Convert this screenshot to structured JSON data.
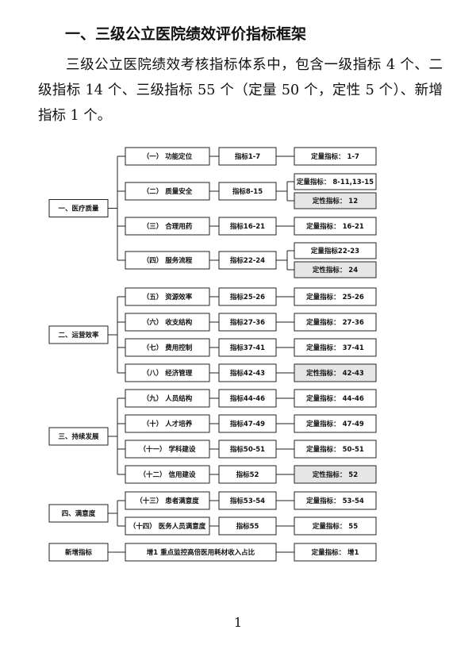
{
  "heading": "一、三级公立医院绩效评价指标框架",
  "paragraph": "三级公立医院绩效考核指标体系中，包含一级指标 4 个、二级指标 14 个、三级指标 55 个（定量 50 个，定性 5 个）、新增指标 1 个。",
  "diagram": {
    "sections": [
      {
        "label": "一、医疗质量",
        "children": [
          {
            "name": "（一）  功能定位",
            "range": "指标1-7",
            "types": [
              {
                "text": "定量指标：  1-7",
                "shaded": false
              }
            ]
          },
          {
            "name": "（二）  质量安全",
            "range": "指标8-15",
            "types": [
              {
                "text": "定量指标：  8-11,13-15",
                "shaded": false
              },
              {
                "text": "定性指标：  12",
                "shaded": true
              }
            ]
          },
          {
            "name": "（三）  合理用药",
            "range": "指标16-21",
            "types": [
              {
                "text": "定量指标：  16-21",
                "shaded": false
              }
            ]
          },
          {
            "name": "（四）  服务流程",
            "range": "指标22-24",
            "types": [
              {
                "text": "定量指标22-23",
                "shaded": false
              },
              {
                "text": "定性指标：  24",
                "shaded": true
              }
            ]
          }
        ]
      },
      {
        "label": "二、运营效率",
        "children": [
          {
            "name": "（五）  资源效率",
            "range": "指标25-26",
            "types": [
              {
                "text": "定量指标：  25-26",
                "shaded": false
              }
            ]
          },
          {
            "name": "（六）  收支结构",
            "range": "指标27-36",
            "types": [
              {
                "text": "定量指标：  27-36",
                "shaded": false
              }
            ]
          },
          {
            "name": "（七）  费用控制",
            "range": "指标37-41",
            "types": [
              {
                "text": "定量指标：  37-41",
                "shaded": false
              }
            ]
          },
          {
            "name": "（八）  经济管理",
            "range": "指标42-43",
            "types": [
              {
                "text": "定性指标：  42-43",
                "shaded": true
              }
            ]
          }
        ]
      },
      {
        "label": "三、持续发展",
        "children": [
          {
            "name": "（九）  人员结构",
            "range": "指标44-46",
            "types": [
              {
                "text": "定量指标：  44-46",
                "shaded": false
              }
            ]
          },
          {
            "name": "（十）  人才培养",
            "range": "指标47-49",
            "types": [
              {
                "text": "定量指标：  47-49",
                "shaded": false
              }
            ]
          },
          {
            "name": "（十一）  学科建设",
            "range": "指标50-51",
            "types": [
              {
                "text": "定量指标：  50-51",
                "shaded": false
              }
            ]
          },
          {
            "name": "（十二）  信用建设",
            "range": "指标52",
            "types": [
              {
                "text": "定性指标：  52",
                "shaded": true
              }
            ]
          }
        ]
      },
      {
        "label": "四、满意度",
        "children": [
          {
            "name": "（十三）  患者满意度",
            "range": "指标53-54",
            "types": [
              {
                "text": "定量指标：  53-54",
                "shaded": false
              }
            ]
          },
          {
            "name": "（十四）  医务人员满意度",
            "range": "指标55",
            "types": [
              {
                "text": "定量指标：  55",
                "shaded": false
              }
            ]
          }
        ]
      }
    ],
    "new_indicator": {
      "label": "新增指标",
      "name": "增1  重点监控高倍医用耗材收入占比",
      "type": "定量指标：  增1"
    }
  },
  "page_number": "1"
}
